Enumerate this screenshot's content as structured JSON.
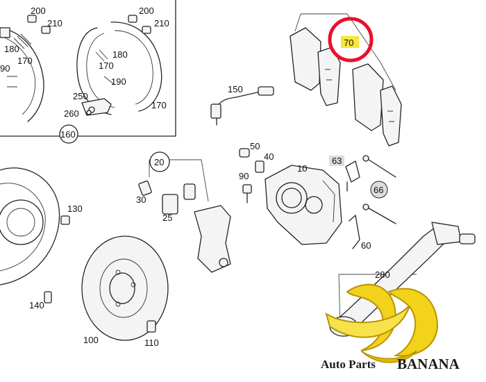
{
  "diagram": {
    "callouts": {
      "c200a": "200",
      "c210a": "210",
      "c180a": "180",
      "c170a": "170",
      "c190a": "90",
      "c200b": "200",
      "c210b": "210",
      "c180b": "180",
      "c170b": "170",
      "c190b": "190",
      "c170c": "170",
      "c250": "250",
      "c260": "260",
      "c160": "160",
      "c150": "150",
      "c70": "70",
      "c50": "50",
      "c40": "40",
      "c10": "10",
      "c90": "90",
      "c63": "63",
      "c66": "66",
      "c60": "60",
      "c20": "20",
      "c30": "30",
      "c25": "25",
      "c130": "130",
      "c140": "140",
      "c100": "100",
      "c110": "110",
      "c280": "280"
    },
    "highlight_color": "#e8102a",
    "highlight_fill": "#f5e63a",
    "banana_color": "#f2d21a"
  },
  "watermark": {
    "text_left": "Auto Parts",
    "text_right": "BANANA"
  }
}
